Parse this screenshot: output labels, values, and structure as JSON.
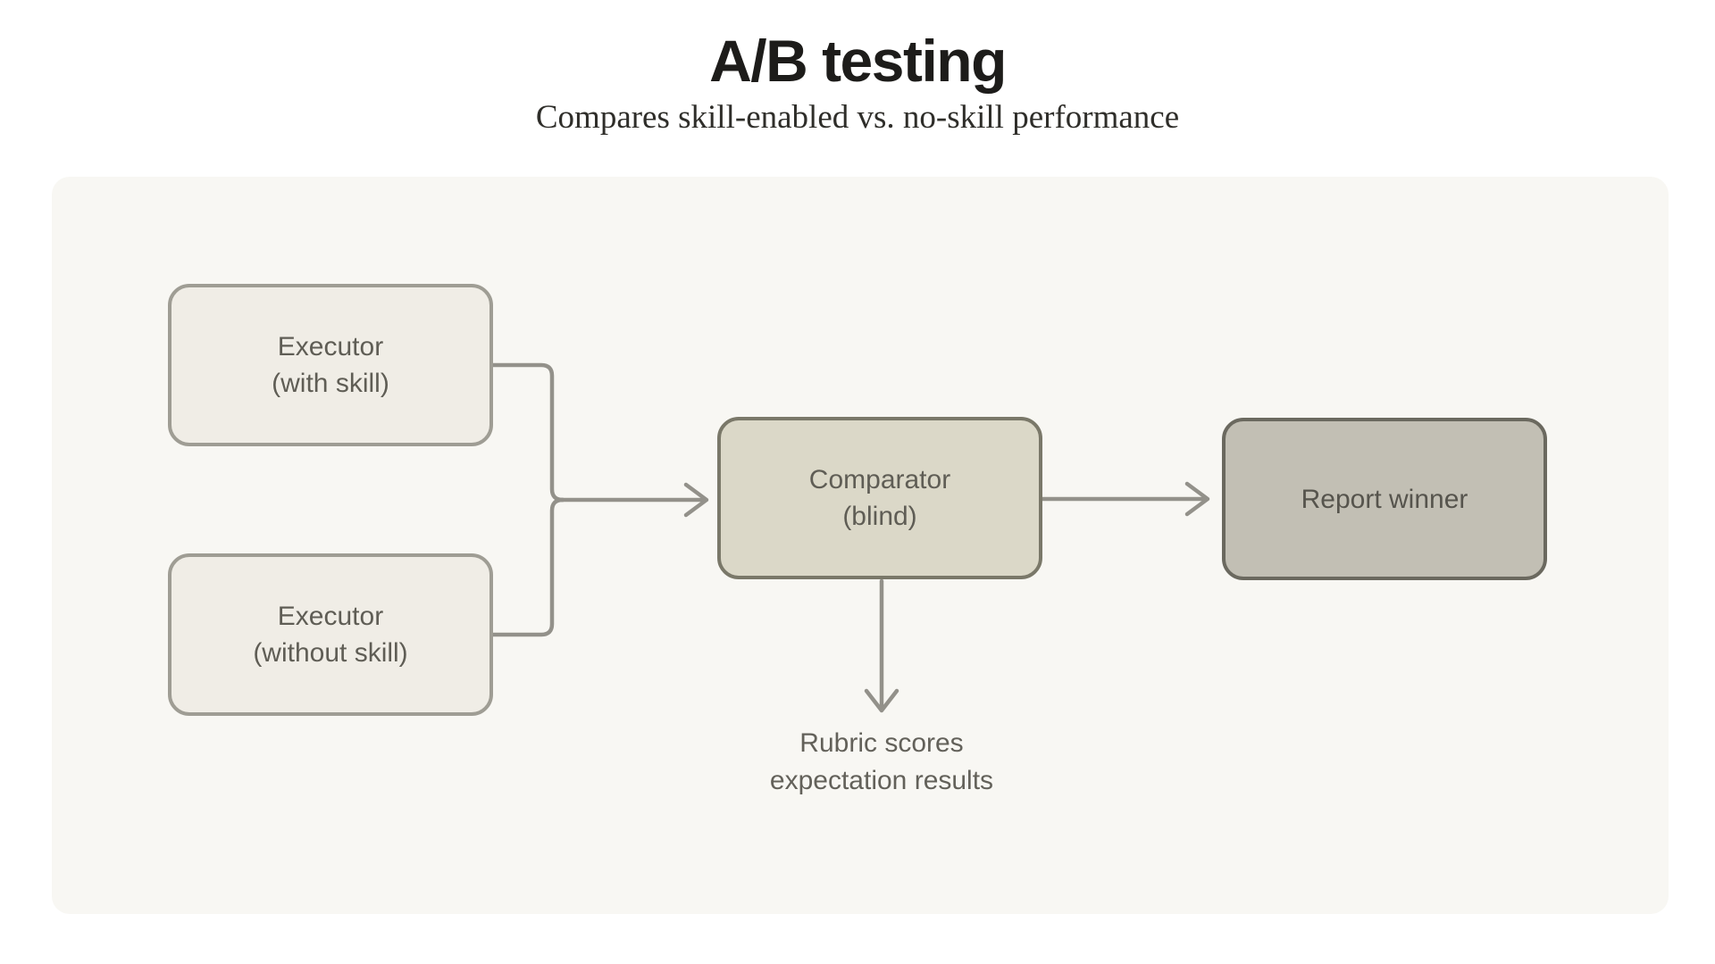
{
  "page": {
    "title": "A/B testing",
    "subtitle": "Compares skill-enabled vs. no-skill performance"
  },
  "diagram": {
    "nodes": {
      "executor_with_skill": {
        "line1": "Executor",
        "line2": "(with skill)"
      },
      "executor_without_skill": {
        "line1": "Executor",
        "line2": "(without skill)"
      },
      "comparator": {
        "line1": "Comparator",
        "line2": "(blind)"
      },
      "report_winner": {
        "label": "Report winner"
      }
    },
    "output_label": {
      "line1": "Rubric scores",
      "line2": "expectation results"
    },
    "colors": {
      "panel_bg": "#f8f7f3",
      "executor_fill": "#f0ede6",
      "executor_border": "#9f9d94",
      "comparator_fill": "#dbd8c8",
      "comparator_border": "#7a7869",
      "report_fill": "#c2bfb4",
      "report_border": "#6b695f",
      "connector": "#93918a",
      "node_text": "#5f5d55",
      "title_text": "#1d1c1a",
      "subtitle_text": "#2f2e2a"
    }
  }
}
